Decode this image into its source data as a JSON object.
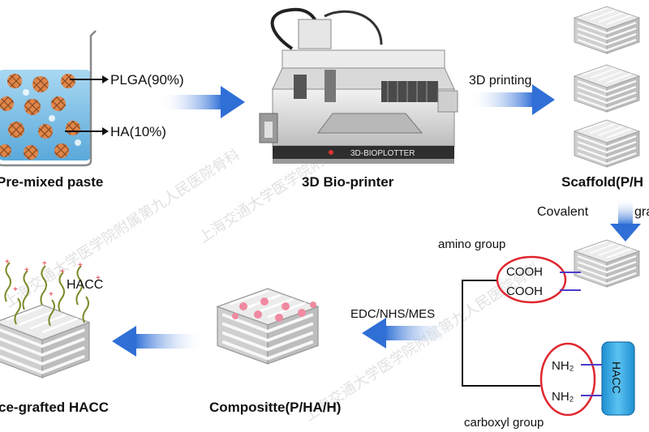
{
  "diagram": {
    "labels": {
      "premixed_paste": "Pre-mixed paste",
      "plga": "PLGA(90%)",
      "ha": "HA(10%)",
      "bioprinter": "3D Bio-printer",
      "printing": "3D printing",
      "scaffold": "Scaffold(P/H",
      "covalent": "Covalent",
      "grafting": "gra",
      "amino_group": "amino group",
      "cooh_1": "COOH",
      "cooh_2": "COOH",
      "edc": "EDC/NHS/MES",
      "nh2_1": "NH₂",
      "nh2_2": "NH₂",
      "hacc_bar": "HACC",
      "carboxyl_group": "carboxyl group",
      "composite": "Compositte(P/HA/H)",
      "hacc_label": "HACC",
      "surface_grafted": "ce-grafted HACC"
    },
    "printer_brand": "3D-BIOPLOTTER",
    "watermark": "上海交通大学医学院附属第九人民医院骨科",
    "colors": {
      "arrow_blue": "#2f6fd6",
      "ring_red": "#e0262e",
      "hacc_blue": "#2fa4e0",
      "beaker_liquid": "#7cc0e6",
      "particle_orange": "#e0864a",
      "scaffold_gray": "#d4d4d4"
    }
  }
}
